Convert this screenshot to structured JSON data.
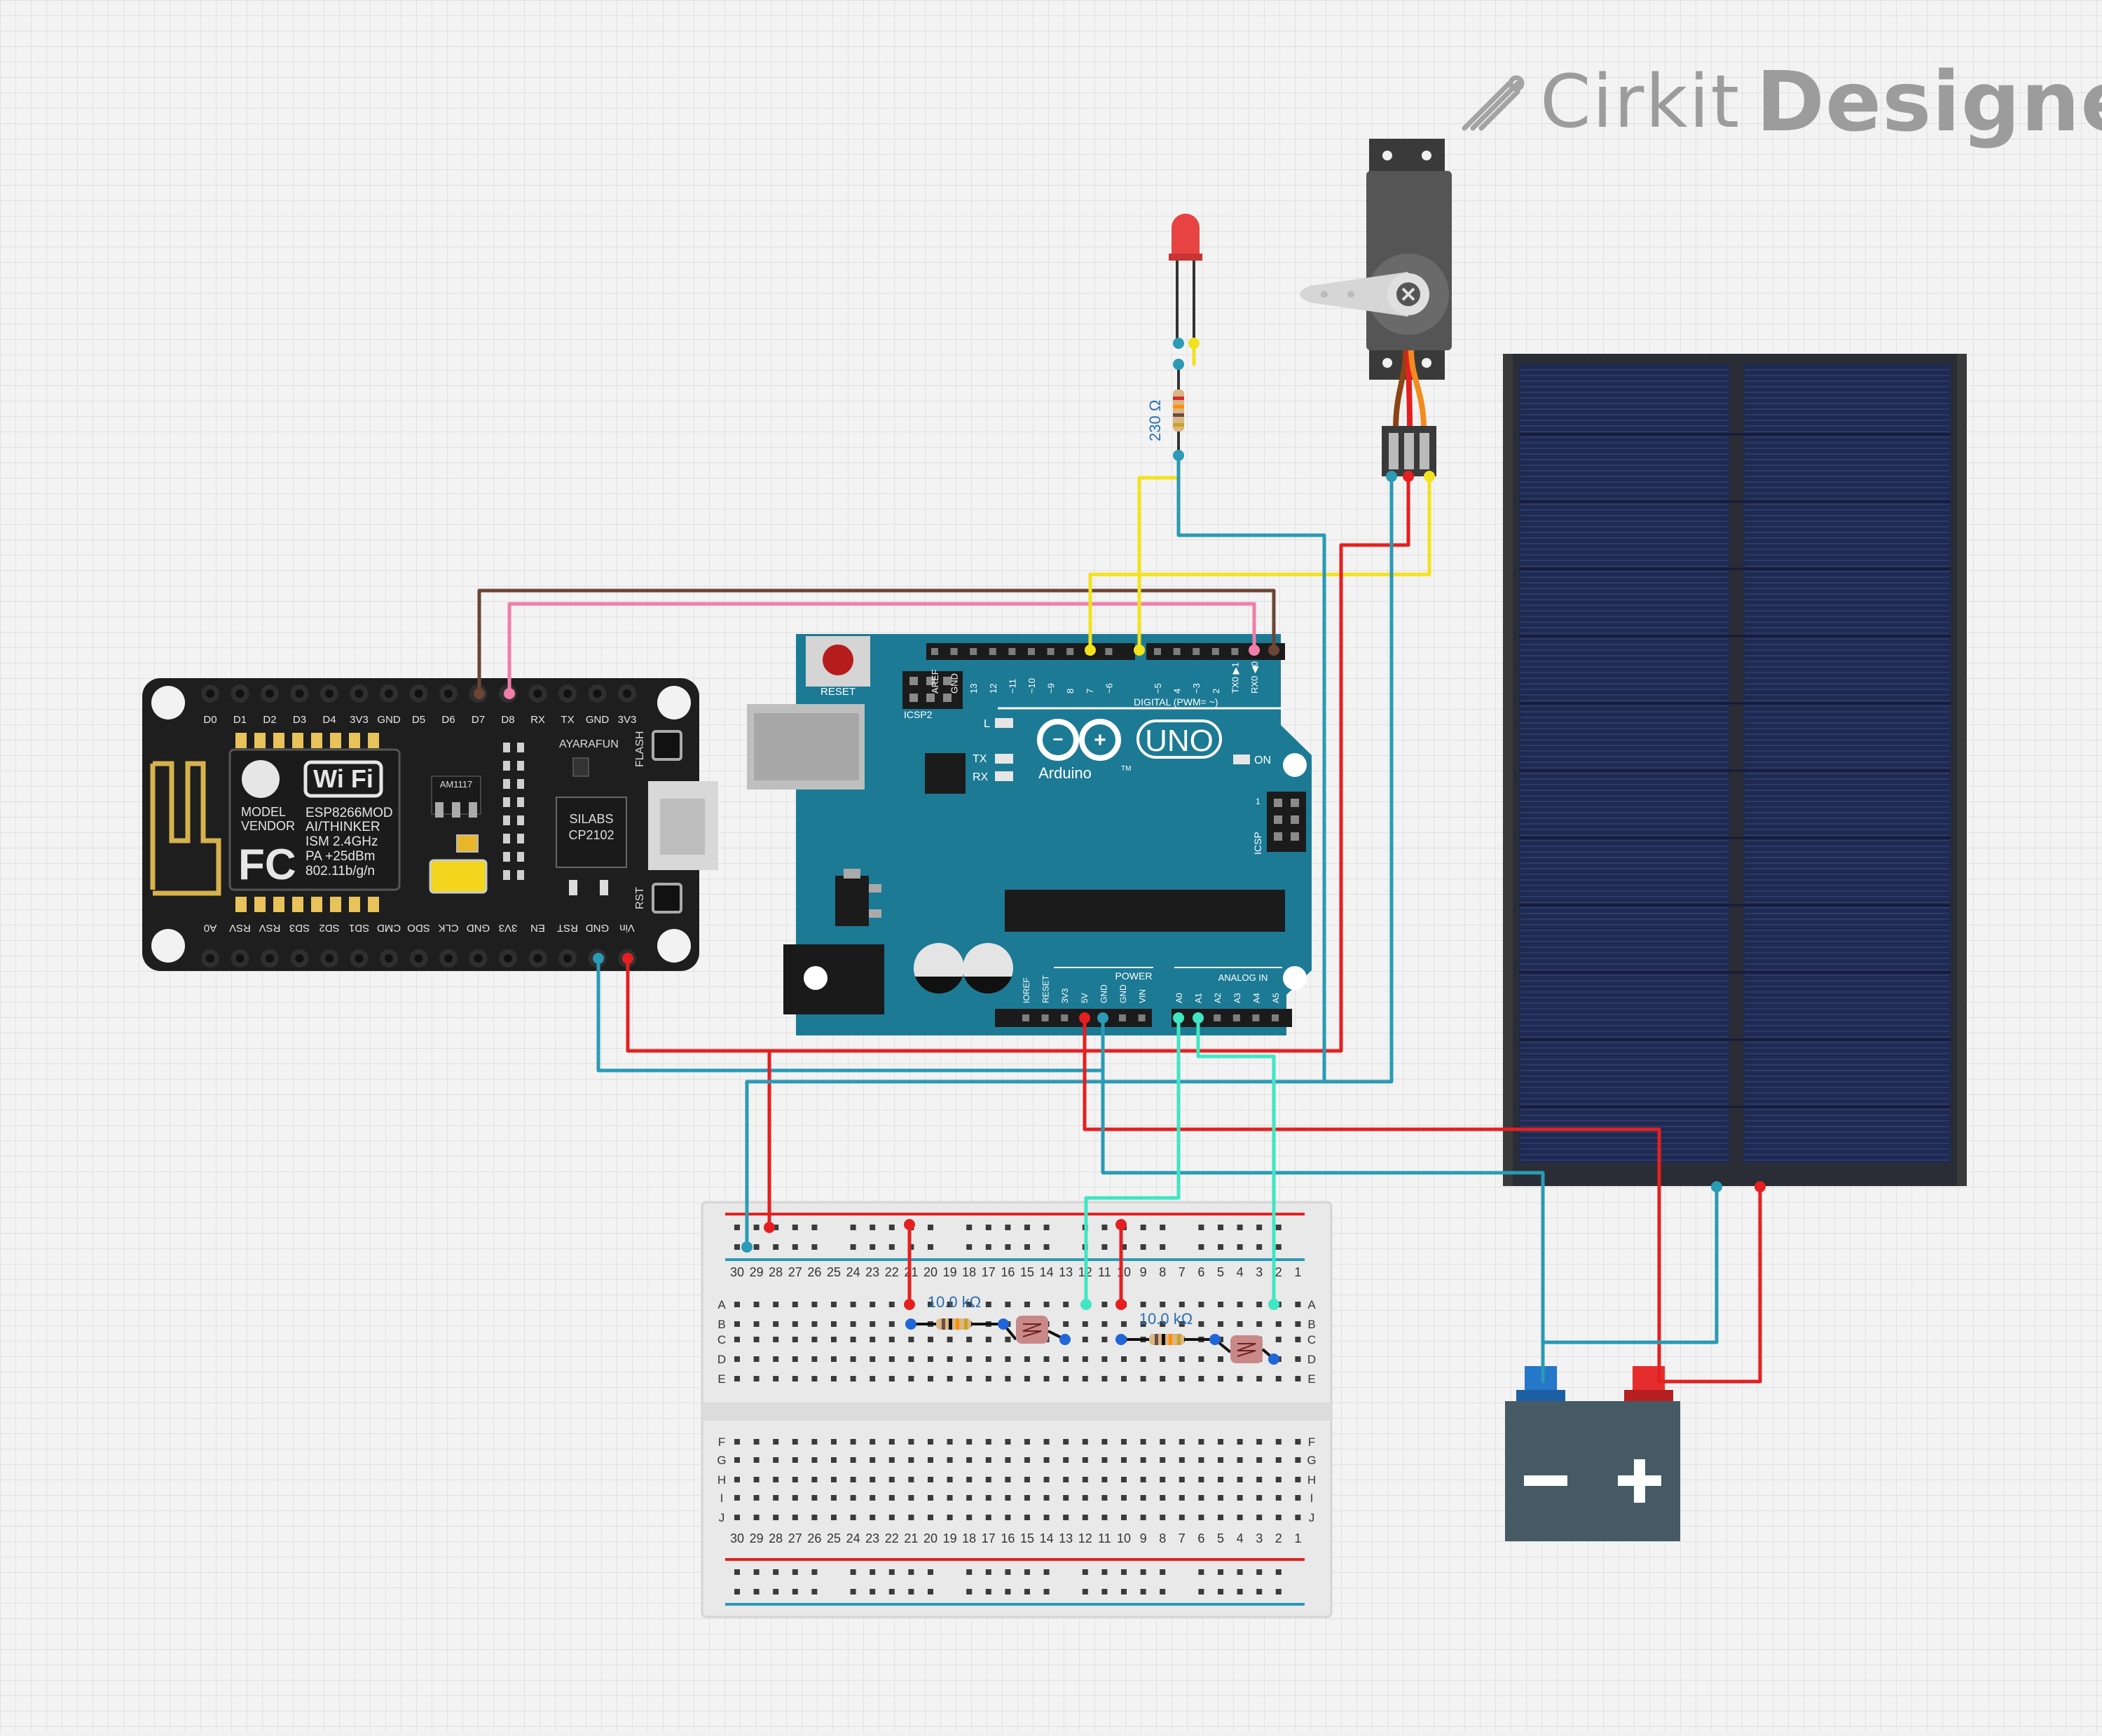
{
  "brand": {
    "cirkit": "Cirkit",
    "designer": "Designer"
  },
  "esp": {
    "top_pins": [
      "D0",
      "D1",
      "D2",
      "D3",
      "D4",
      "3V3",
      "GND",
      "D5",
      "D6",
      "D7",
      "D8",
      "RX",
      "TX",
      "GND",
      "3V3"
    ],
    "bottom_pins": [
      "A0",
      "RSV",
      "RSV",
      "SD3",
      "SD2",
      "SD1",
      "CMD",
      "SDO",
      "CLK",
      "GND",
      "3V3",
      "EN",
      "RST",
      "GND",
      "Vin"
    ],
    "model": "MODEL",
    "vendor": "VENDOR",
    "module": "ESP8266MOD",
    "maker": "AI/THINKER",
    "band": "ISM 2.4GHz",
    "power": "PA +25dBm",
    "std": "802.11b/g/n",
    "wifi": "Wi Fi",
    "fc": "FC",
    "ams": "AM1117",
    "silabs": "SILABS",
    "chip": "CP2102",
    "brand": "AYARAFUN",
    "flash": "FLASH",
    "rst": "RST"
  },
  "uno": {
    "reset": "RESET",
    "icsp2": "ICSP2",
    "icsp": "ICSP",
    "digital": "DIGITAL (PWM= ~)",
    "logo": "UNO",
    "arduino": "Arduino",
    "tm": "TM",
    "l": "L",
    "tx": "TX",
    "rx": "RX",
    "on": "ON",
    "power": "POWER",
    "analog": "ANALOG IN",
    "icsp_one": "1",
    "digital_pins": [
      "AREF",
      "GND",
      "13",
      "12",
      "~11",
      "~10",
      "~9",
      "8",
      "7",
      "~6",
      "~5",
      "4",
      "~3",
      "2",
      "TX0 ▶1",
      "RX0 ◀0"
    ],
    "power_pins": [
      "IOREF",
      "RESET",
      "3V3",
      "5V",
      "GND",
      "GND",
      "VIN"
    ],
    "analog_pins": [
      "A0",
      "A1",
      "A2",
      "A3",
      "A4",
      "A5"
    ]
  },
  "resistor_led": "230 Ω",
  "resistor_ldr1": "10.0 kΩ",
  "resistor_ldr2": "10.0 kΩ",
  "breadboard": {
    "cols": [
      "30",
      "29",
      "28",
      "27",
      "26",
      "25",
      "24",
      "23",
      "22",
      "21",
      "20",
      "19",
      "18",
      "17",
      "16",
      "15",
      "14",
      "13",
      "12",
      "11",
      "10",
      "9",
      "8",
      "7",
      "6",
      "5",
      "4",
      "3",
      "2",
      "1"
    ],
    "rows_top": [
      "A",
      "B",
      "C",
      "D",
      "E"
    ],
    "rows_bottom": [
      "F",
      "G",
      "H",
      "I",
      "J"
    ]
  },
  "battery": {
    "minus": "−",
    "plus": "+"
  },
  "colors": {
    "wire_red": "#e51f1f",
    "wire_blue": "#2a9ab5",
    "wire_yellow": "#f2e21d",
    "wire_cyan": "#3fe6c3",
    "wire_brown": "#6b4536",
    "wire_pink": "#f07ea9",
    "uno_board": "#1c7a95",
    "esp_board": "#1e1e1e",
    "solar_cells": "#1f2a52"
  }
}
